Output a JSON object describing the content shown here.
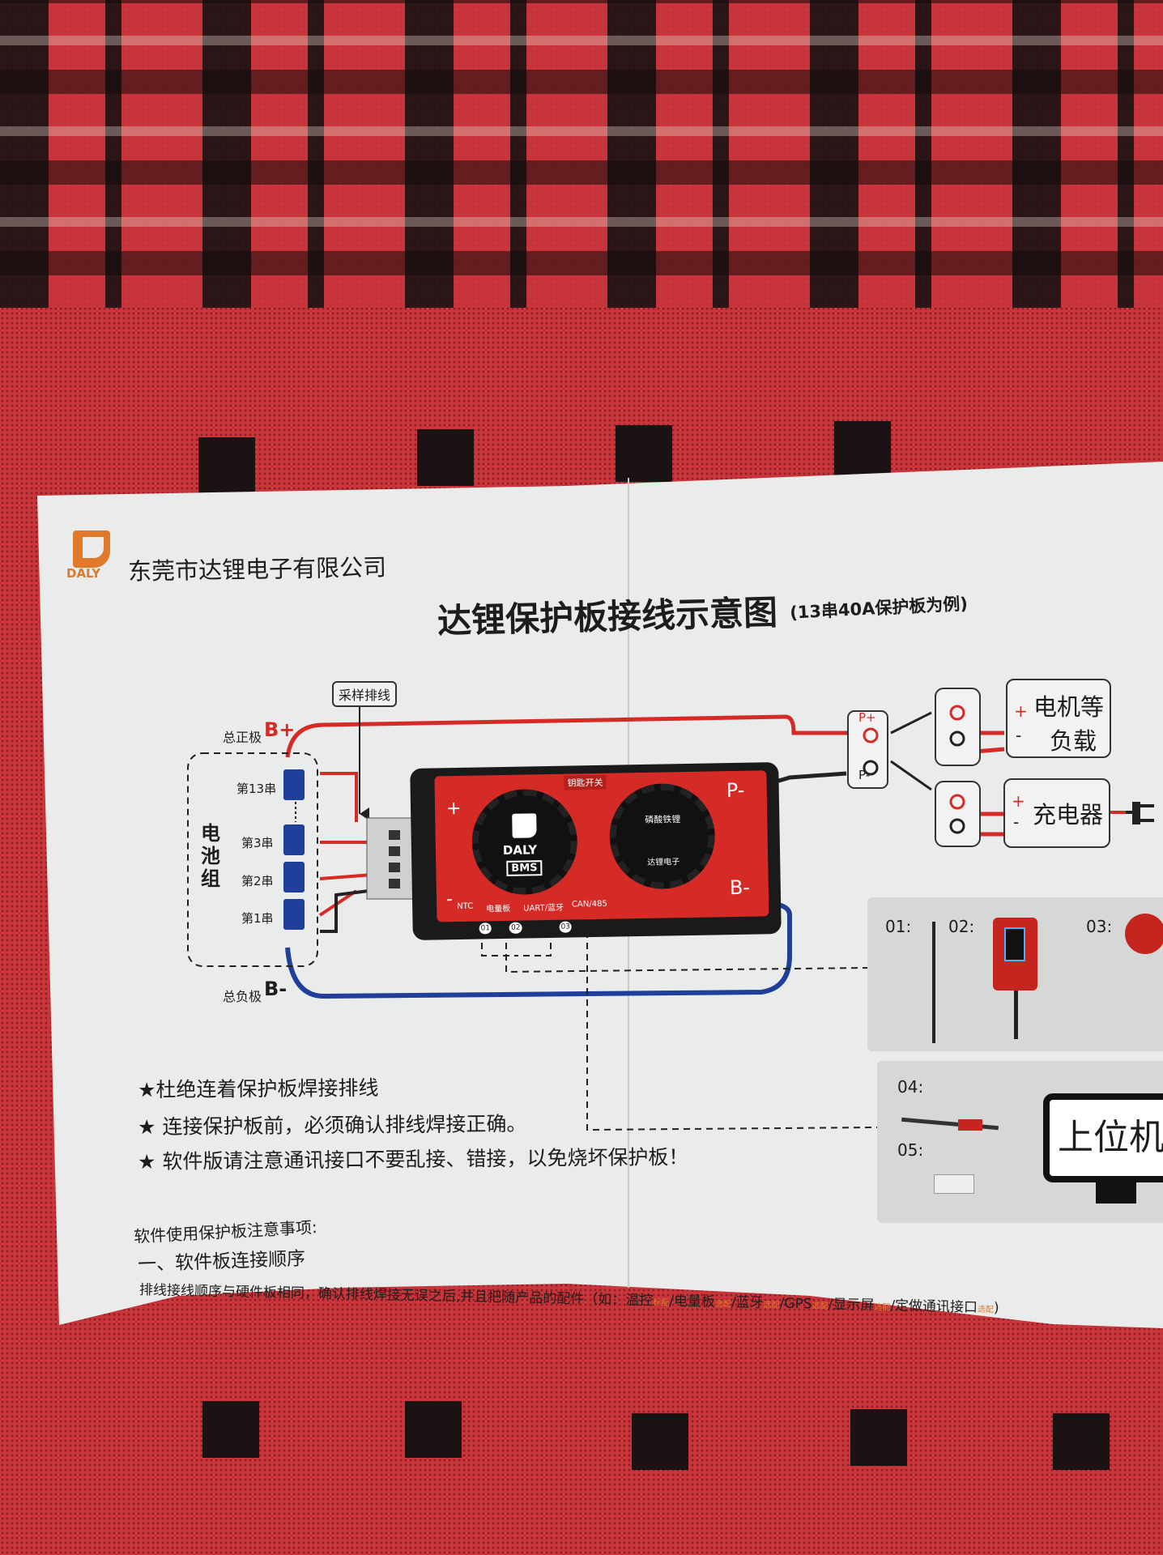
{
  "company": {
    "logo_text": "DALY",
    "name": "东莞市达锂电子有限公司"
  },
  "title": {
    "main": "达锂保护板接线示意图",
    "sub": "(13串40A保护板为例)"
  },
  "diagram": {
    "sampling_label": "采样排线",
    "b_plus_label": "总正极",
    "b_plus": "B+",
    "b_minus_label": "总负极",
    "b_minus": "B-",
    "battery_group": "电池组",
    "cells": [
      "第13串",
      "第3串",
      "第2串",
      "第1串"
    ],
    "bms": {
      "switch": "钥匙开关",
      "logo": "DALY",
      "bms": "BMS",
      "plus": "+",
      "minus": "-",
      "p_minus": "P-",
      "b_minus": "B-",
      "ports": [
        "NTC",
        "电量板",
        "UART/蓝牙",
        "CAN/485"
      ],
      "port_numbers": [
        "01",
        "02",
        "03"
      ],
      "label_title": "磷酸铁锂",
      "label_brand": "达锂电子"
    },
    "output": {
      "p_plus": "P+",
      "p_minus": "P-"
    },
    "load": {
      "plus": "+",
      "minus": "-",
      "line1": "电机等",
      "line2": "负载"
    },
    "charger": {
      "plus": "+",
      "minus": "-",
      "label": "充电器"
    },
    "accessories": [
      "01:",
      "02:",
      "03:",
      "04:",
      "05:"
    ],
    "pc": "上位机"
  },
  "notes": [
    "★杜绝连着保护板焊接排线",
    "★ 连接保护板前，必须确认排线焊接正确。",
    "★ 软件版请注意通讯接口不要乱接、错接，以免烧坏保护板！"
  ],
  "software": {
    "heading": "软件使用保护板注意事项:",
    "step1": "一、软件板连接顺序",
    "text": "排线接线顺序与硬件板相同，确认排线焊接无误之后,并且把随产品的配件（如：温控",
    "items": [
      {
        "name": "温控",
        "tag": "标配"
      },
      {
        "name": "/电量板",
        "tag": "选配"
      },
      {
        "name": "/蓝牙",
        "tag": "选配"
      },
      {
        "name": "/GPS",
        "tag": "选配"
      },
      {
        "name": "/显示屏",
        "tag": "选配"
      },
      {
        "name": "/定做通讯接口",
        "tag": "选配"
      }
    ],
    "close": ")"
  },
  "colors": {
    "red": "#d62a27",
    "blue": "#1f3f9a",
    "logo": "#e07a2a"
  }
}
